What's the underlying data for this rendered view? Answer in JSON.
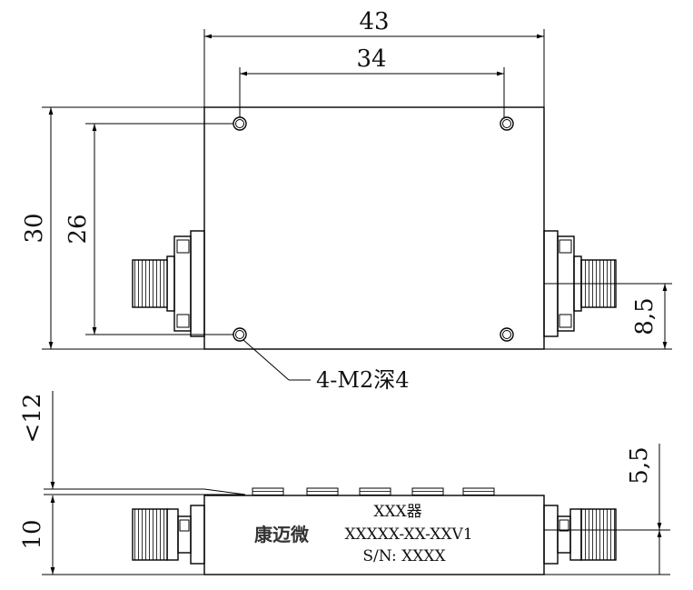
{
  "dimensions": {
    "overall_width": "43",
    "hole_spacing_x": "34",
    "overall_height": "30",
    "hole_spacing_y": "26",
    "connector_offset": "8,5",
    "max_height": "<12",
    "body_height": "10",
    "side_offset": "5,5"
  },
  "hole_callout": "4-M2深4",
  "nameplate": {
    "type": "XXX器",
    "brand": "康迈微",
    "model": "XXXXX-XX-XXV1",
    "serial": "S/N: XXXX"
  }
}
